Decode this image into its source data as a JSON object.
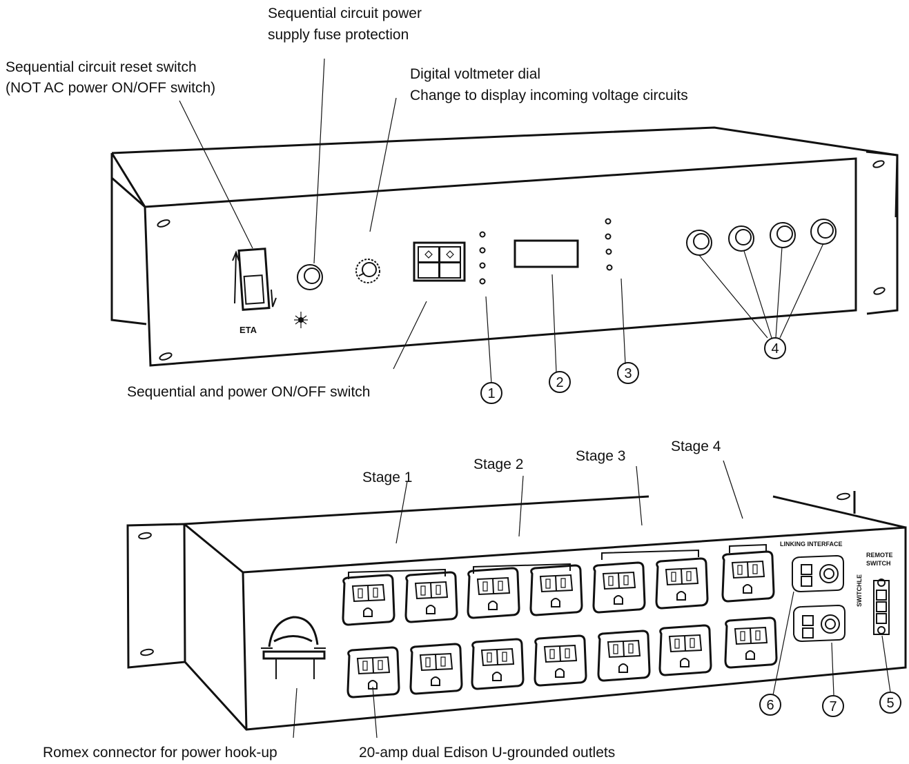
{
  "front_panel": {
    "labels": {
      "reset_switch_line1": "Sequential circuit reset switch",
      "reset_switch_line2": "(NOT AC power ON/OFF switch)",
      "fuse_line1": "Sequential circuit power",
      "fuse_line2": "supply fuse protection",
      "voltmeter_line1": "Digital voltmeter dial",
      "voltmeter_line2": "Change to display incoming voltage circuits",
      "power_switch": "Sequential and power ON/OFF switch"
    },
    "logo_text": "ETA",
    "callouts": [
      "1",
      "2",
      "3",
      "4"
    ]
  },
  "rear_panel": {
    "stages": [
      "Stage 1",
      "Stage 2",
      "Stage 3",
      "Stage 4"
    ],
    "labels": {
      "romex": "Romex connector for power hook-up",
      "outlets": "20-amp dual Edison U-grounded outlets",
      "linking_interface": "LINKING INTERFACE",
      "remote_switch_line1": "REMOTE",
      "remote_switch_line2": "SWITCH",
      "switch_label": "SWITCHLE"
    },
    "callouts": [
      "5",
      "6",
      "7"
    ]
  }
}
